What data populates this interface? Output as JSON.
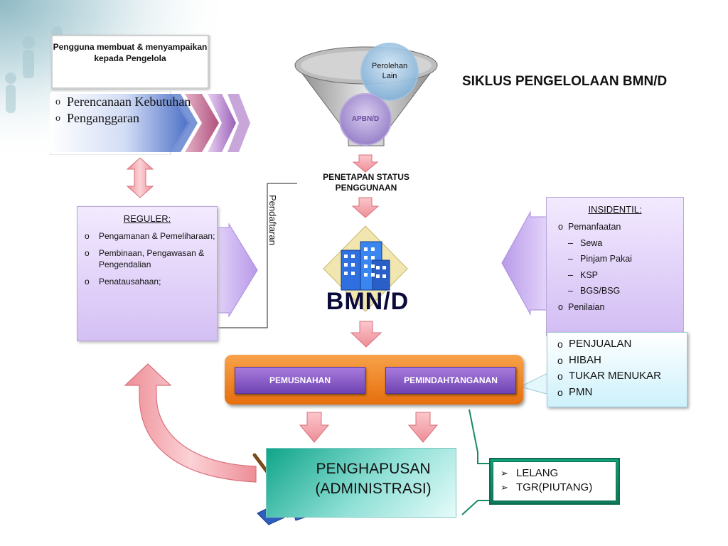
{
  "title": "SIKLUS PENGELOLAAN BMN/D",
  "planning": {
    "header": "Pengguna membuat & menyampaikan kepada Pengelola",
    "items": [
      "Perencanaan Kebutuhan",
      "Penganggaran"
    ]
  },
  "funnel": {
    "top_label": "Perolehan Lain",
    "bottom_label": "APBN/D"
  },
  "status_label": "PENETAPAN STATUS PENGGUNAAN",
  "pendaftaran_label": "Pendaftaran",
  "bmn_label": "BMN/D",
  "reguler": {
    "title": "REGULER:",
    "items": [
      "Pengamanan & Pemeliharaan;",
      "Pembinaan, Pengawasan & Pengendalian",
      "Penatausahaan;"
    ]
  },
  "insidentil": {
    "title": "INSIDENTIL:",
    "item1": "Pemanfaatan",
    "subitems": [
      "Sewa",
      "Pinjam Pakai",
      "KSP",
      "BGS/BSG"
    ],
    "item2": "Penilaian"
  },
  "pemindahtanganan_list": [
    "PENJUALAN",
    "HIBAH",
    "TUKAR MENUKAR",
    "PMN"
  ],
  "buttons": {
    "pemusnahan": "PEMUSNAHAN",
    "pemindahtanganan": "PEMINDAHTANGANAN"
  },
  "penghapusan": {
    "line1": "PENGHAPUSAN",
    "line2": "(ADMINISTRASI)"
  },
  "lelang_list": [
    "LELANG",
    "TGR(PIUTANG)"
  ],
  "colors": {
    "purple_box": "#d4c0f4",
    "orange_bar": "#f08a2a",
    "purple_button": "#8a5cc8",
    "teal_box": "#0fa58a",
    "pink_arrow": "#f4a0a8"
  }
}
